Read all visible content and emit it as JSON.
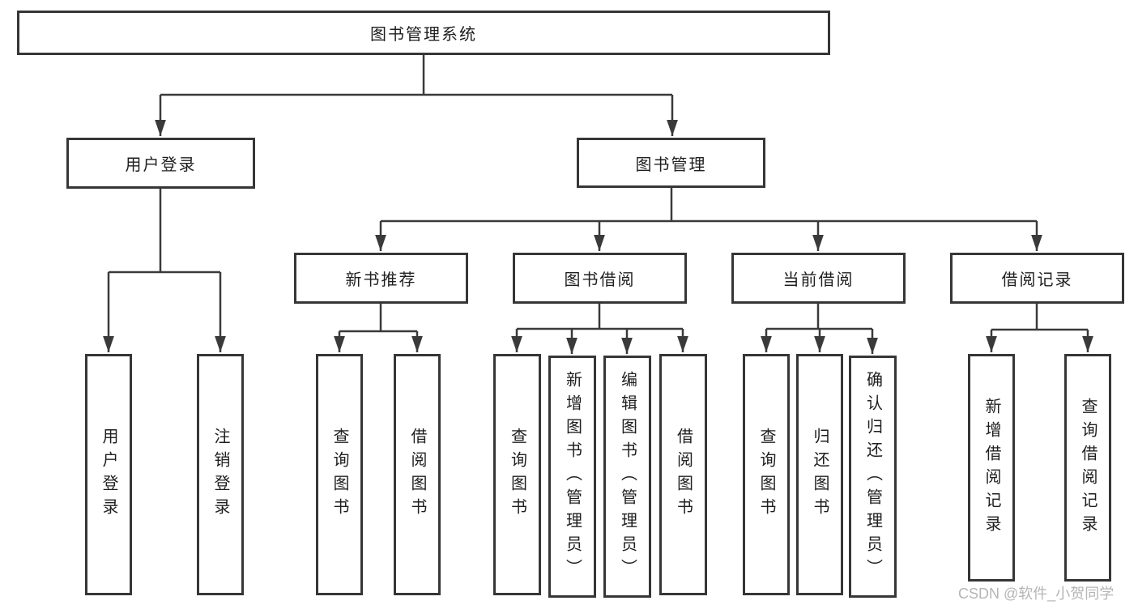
{
  "diagram": {
    "title": "图书管理系统",
    "branches": [
      {
        "label": "用户登录",
        "children": [
          {
            "label": "用户登录"
          },
          {
            "label": "注销登录"
          }
        ]
      },
      {
        "label": "图书管理",
        "children": [
          {
            "label": "新书推荐",
            "children": [
              {
                "label": "查询图书"
              },
              {
                "label": "借阅图书"
              }
            ]
          },
          {
            "label": "图书借阅",
            "children": [
              {
                "label": "查询图书"
              },
              {
                "label": "新增图书（管理员）"
              },
              {
                "label": "编辑图书（管理员）"
              },
              {
                "label": "借阅图书"
              }
            ]
          },
          {
            "label": "当前借阅",
            "children": [
              {
                "label": "查询图书"
              },
              {
                "label": "归还图书"
              },
              {
                "label": "确认归还（管理员）"
              }
            ]
          },
          {
            "label": "借阅记录",
            "children": [
              {
                "label": "新增借阅记录"
              },
              {
                "label": "查询借阅记录"
              }
            ]
          }
        ]
      }
    ]
  },
  "watermark": {
    "text": "CSDN @软件_小贺同学"
  },
  "colors": {
    "line": "#3a3a3a",
    "box_border": "#363636",
    "text": "#1f1f1f",
    "watermark": "#b5b5b5",
    "background": "#ffffff"
  }
}
